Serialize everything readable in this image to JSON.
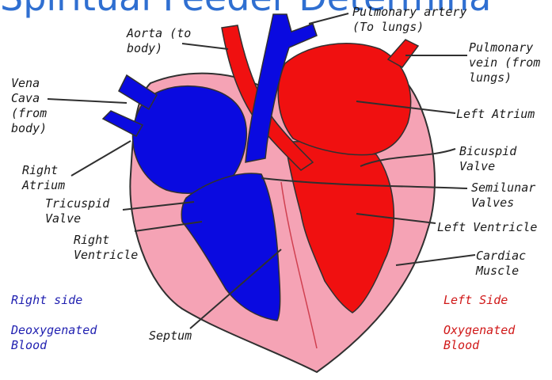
{
  "title": "Spiritual Feeder Determina",
  "colors": {
    "deoxygenated": "#0a0ae0",
    "oxygenated": "#f01010",
    "muscle": "#f5a3b5",
    "outline": "#303030",
    "title": "#2f6fd1",
    "right_side_text": "#1f1fb0",
    "left_side_text": "#d01818"
  },
  "labels": {
    "aorta": "Aorta (to\nbody)",
    "pulmonary_artery": "Pulmonary artery\n(To lungs)",
    "pulmonary_vein": "Pulmonary\nvein (from\nlungs)",
    "vena_cava": "Vena\nCava\n(from\nbody)",
    "left_atrium": "Left Atrium",
    "right_atrium": "Right\nAtrium",
    "bicuspid_valve": "Bicuspid\nValve",
    "tricuspid_valve": "Tricuspid\nValve",
    "semilunar_valves": "Semilunar\nValves",
    "right_ventricle": "Right\nVentricle",
    "left_ventricle": "Left Ventricle",
    "cardiac_muscle": "Cardiac\nMuscle",
    "septum": "Septum"
  },
  "legend": {
    "right_side": "Right side",
    "deoxygenated": "Deoxygenated\nBlood",
    "left_side": "Left Side",
    "oxygenated": "Oxygenated\nBlood"
  }
}
